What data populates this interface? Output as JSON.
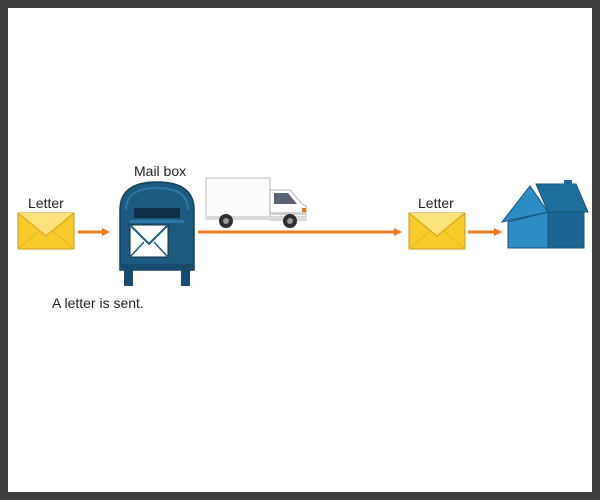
{
  "labels": {
    "letter_1": "Letter",
    "mailbox": "Mail box",
    "letter_2": "Letter",
    "caption": "A letter is sent."
  },
  "colors": {
    "background_border": "#3e3e3e",
    "canvas": "#ffffff",
    "arrow": "#f07820",
    "envelope": "#f7cc2a",
    "mailbox": "#1c5a80",
    "house": "#1f7aa8"
  },
  "icons": [
    "envelope-icon",
    "mailbox-icon",
    "truck-icon",
    "envelope-icon",
    "house-icon"
  ]
}
